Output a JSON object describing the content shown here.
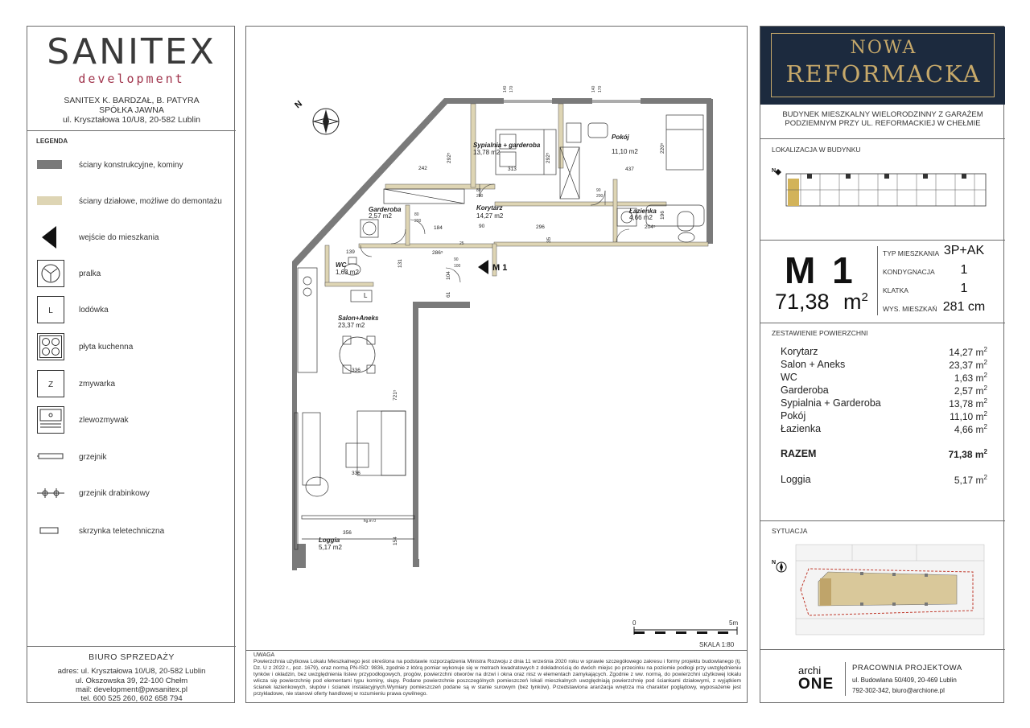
{
  "left": {
    "logo_main": "SANITEX",
    "logo_sub": "development",
    "company_lines": [
      "SANITEX K. BARDZAŁ, B. PATYRA",
      "SPÓŁKA JAWNA",
      "ul. Kryształowa 10/U8, 20-582 Lublin"
    ],
    "legend_title": "LEGENDA",
    "legend": [
      {
        "icon": "structural-wall-swatch",
        "label": "ściany konstrukcyjne, kominy"
      },
      {
        "icon": "partition-wall-swatch",
        "label": "ściany działowe, możliwe do demontażu"
      },
      {
        "icon": "entrance-arrow-icon",
        "label": "wejście do mieszkania"
      },
      {
        "icon": "washing-machine-icon",
        "label": "pralka"
      },
      {
        "icon": "fridge-icon",
        "label": "lodówka"
      },
      {
        "icon": "cooktop-icon",
        "label": "płyta kuchenna"
      },
      {
        "icon": "dishwasher-icon",
        "label": "zmywarka"
      },
      {
        "icon": "sink-icon",
        "label": "zlewozmywak"
      },
      {
        "icon": "radiator-icon",
        "label": "grzejnik"
      },
      {
        "icon": "ladder-radiator-icon",
        "label": "grzejnik drabinkowy"
      },
      {
        "icon": "telecom-box-icon",
        "label": "skrzynka teletechniczna"
      }
    ],
    "legend_symbols": {
      "fridge": "L",
      "dishwasher": "Z"
    },
    "sales_title": "BIURO SPRZEDAŻY",
    "sales_lines": [
      "adres: ul. Kryształowa 10/U8, 20-582 Lublin",
      "ul. Okszowska 39, 22-100 Chełm",
      "mail: development@pwsanitex.pl",
      "tel. 600 525 260, 602 658 794"
    ],
    "colors": {
      "structural": "#7a7a7a",
      "partition": "#ded5b4",
      "accent": "#a0344c"
    }
  },
  "plan": {
    "entrance_label": "M 1",
    "rooms": [
      {
        "name": "Sypialnia + garderoba",
        "area": "13,78 m2"
      },
      {
        "name": "Pokój",
        "area": "11,10 m2"
      },
      {
        "name": "Garderoba",
        "area": "2,57 m2"
      },
      {
        "name": "Korytarz",
        "area": "14,27 m2"
      },
      {
        "name": "Łazienka",
        "area": "4,66 m2"
      },
      {
        "name": "WC",
        "area": "1,63 m2"
      },
      {
        "name": "Salon+Aneks",
        "area": "23,37 m2"
      },
      {
        "name": "Loggia",
        "area": "5,17 m2"
      }
    ],
    "dims": [
      "242",
      "292⁵",
      "313",
      "292⁵",
      "437",
      "220⁵",
      "184",
      "90",
      "296",
      "35",
      "204⁵",
      "196",
      "286⁵",
      "139",
      "131",
      "104",
      "61",
      "336",
      "721⁵",
      "336",
      "356",
      "154",
      "80",
      "200",
      "90",
      "200",
      "80",
      "200",
      "140",
      "170",
      "140",
      "170",
      "90",
      "100",
      "25"
    ],
    "symbols": {
      "fridge": "L",
      "window_label": "fig.m 0"
    },
    "scale_start": "0",
    "scale_end": "5m",
    "scale_label": "SKALA 1:80",
    "notes_title": "UWAGA",
    "notes": "Powierzchnia użytkowa Lokalu Mieszkalnego jest określona na podstawie rozporządzenia Ministra Rozwoju z dnia 11 września 2020 roku w sprawie szczegółowego zakresu i formy projektu budowlanego (tj. Dz. U z 2022 r., poz. 1679), oraz normą PN-ISO: 9836, zgodnie z którą pomiar wykonuje się w metrach kwadratowych z dokładnością do dwóch miejsc po przecinku na poziomie podłogi przy uwzględnieniu tynków i okładzin, bez uwzględnienia listew przypodłogowych, progów, powierzchni otworów na drzwi i okna oraz nisz w elementach zamykających. Zgodnie z ww. normą, do powierzchni użytkowej lokalu wlicza się powierzchnię pod elementami typu kominy, słupy. Podane powierzchnie poszczególnych pomieszczeń lokali mieszkalnych uwzględniają powierzchnię pod ściankami działowymi, z wyjątkiem ścianek łazienkowych, słupów i ścianek instalacyjnych.Wymiary pomieszczeń podane są w stanie surowym (bez tynków). Przedstawiona aranżacja wnętrza ma charakter poglądowy, wyposażenie jest przykładowe, nie stanowi oferty handlowej w rozumieniu prawa cywilnego."
  },
  "right": {
    "brand_top": "NOWA",
    "brand_bottom": "REFORMACKA",
    "building_desc": [
      "BUDYNEK MIESZKALNY WIELORODZINNY Z GARAŻEM",
      "PODZIEMNYM PRZY UL. REFORMACKIEJ W CHEŁMIE"
    ],
    "location_label": "LOKALIZACJA W BUDYNKU",
    "apartment": {
      "number": "M 1",
      "area": "71,38",
      "unit": "m",
      "unit_sup": "2"
    },
    "attributes": [
      {
        "label": "TYP MIESZKANIA",
        "value": "3P+AK"
      },
      {
        "label": "KONDYGNACJA",
        "value": "1"
      },
      {
        "label": "KLATKA",
        "value": "1"
      },
      {
        "label": "WYS. MIESZKAŃ",
        "value": "281 cm"
      }
    ],
    "summary_label": "ZESTAWIENIE POWIERZCHNI",
    "summary": [
      {
        "name": "Korytarz",
        "value": "14,27 m"
      },
      {
        "name": "Salon + Aneks",
        "value": "23,37 m"
      },
      {
        "name": "WC",
        "value": "1,63 m"
      },
      {
        "name": "Garderoba",
        "value": "2,57 m"
      },
      {
        "name": "Sypialnia + Garderoba",
        "value": "13,78 m"
      },
      {
        "name": "Pokój",
        "value": "11,10 m"
      },
      {
        "name": "Łazienka",
        "value": "4,66 m"
      }
    ],
    "sup": "2",
    "total": {
      "name": "RAZEM",
      "value": "71,38 m"
    },
    "loggia": {
      "name": "Loggia",
      "value": "5,17 m"
    },
    "situation_label": "SYTUACJA",
    "architect": {
      "logo_top": "archi",
      "logo_bottom": "ONE",
      "title": "PRACOWNIA PROJEKTOWA",
      "address": "ul. Budowlana 50/409, 20-469 Lublin",
      "contact": "792-302-342, biuro@archione.pl"
    },
    "colors": {
      "brand_bg": "#1c2a3e",
      "gold": "#c7a96a",
      "highlight": "#d2b35a"
    }
  }
}
